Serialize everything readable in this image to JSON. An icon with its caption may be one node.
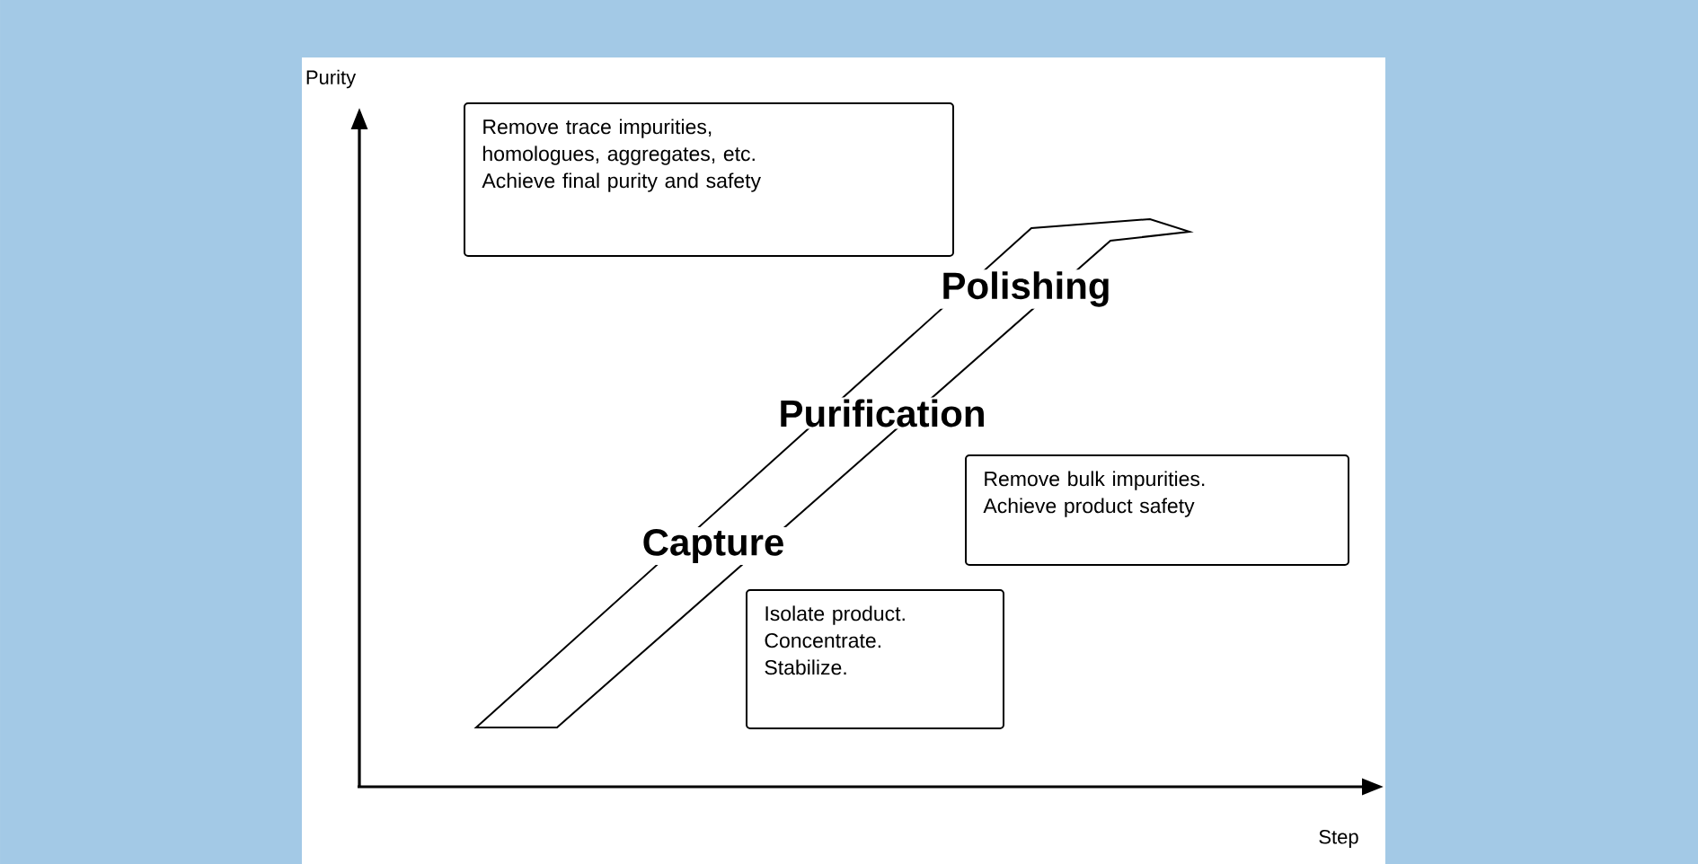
{
  "diagram": {
    "nodes": [
      {
        "text": [
          "Remove trace impurities, homologues, aggregates, etc.",
          "Achieve final purity and safety"
        ]
      },
      {
        "text": [
          "Remove bulk impurities.",
          "Achieve product safety"
        ]
      },
      {
        "text": [
          "Isolate product.",
          "Concentrate.",
          "Stabilize."
        ]
      },
      {
        "text": [],
        "shape": "band"
      }
    ],
    "labels": [
      "Purity",
      "Polishing",
      "Purification",
      "Capture",
      "Step"
    ]
  }
}
